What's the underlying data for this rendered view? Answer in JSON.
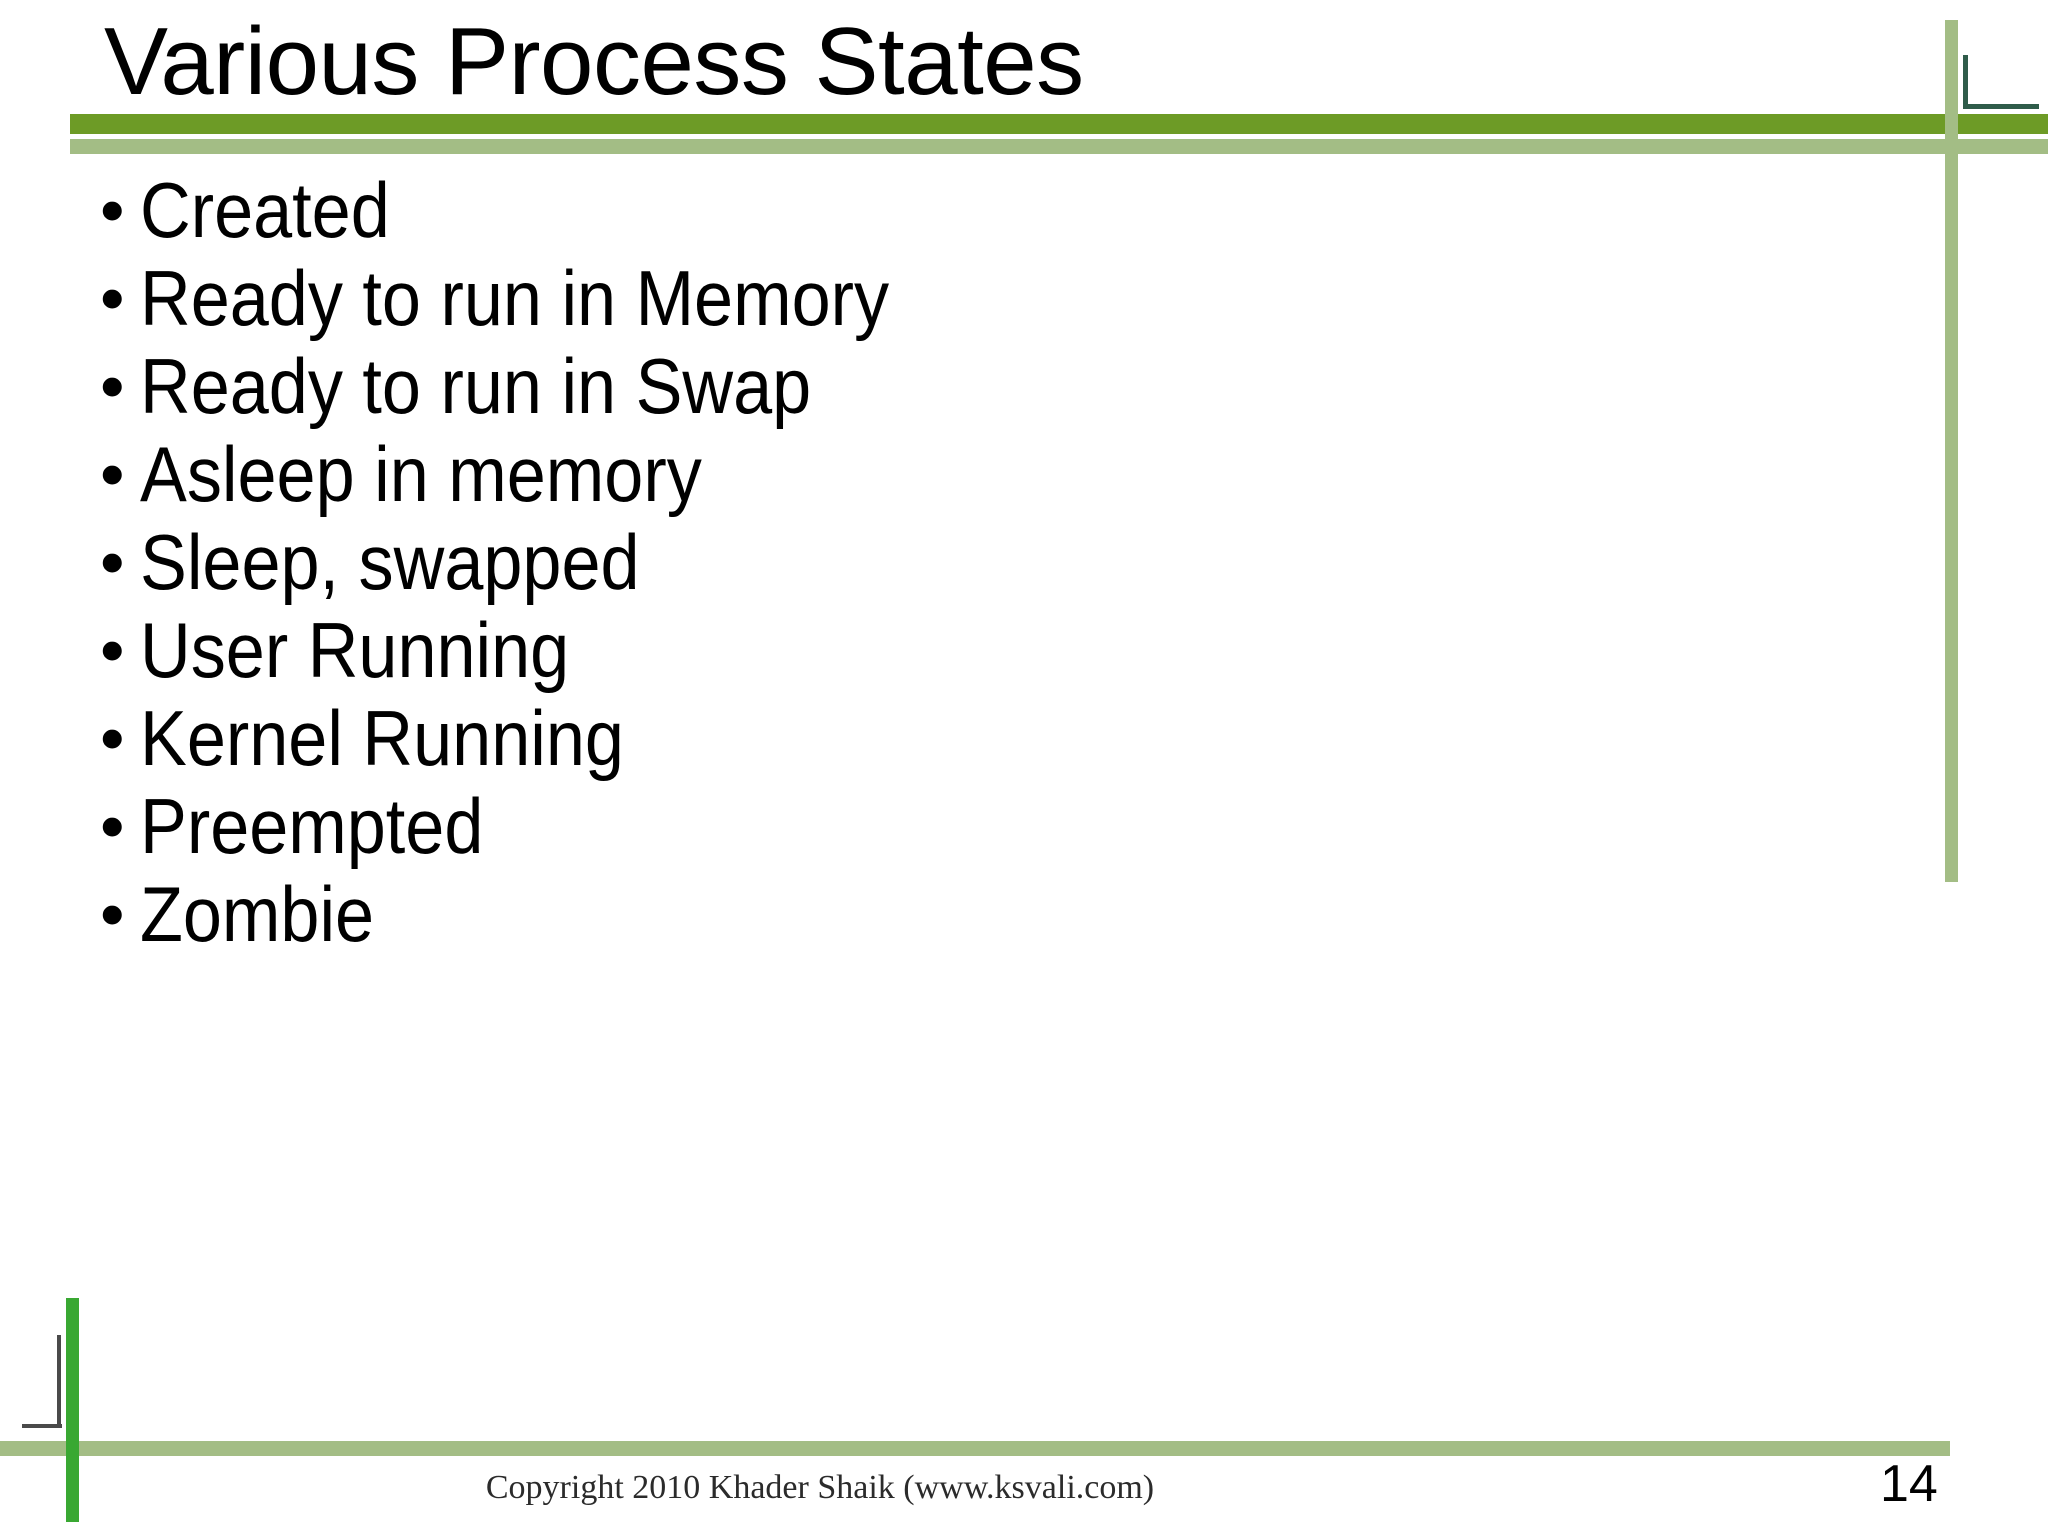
{
  "slide": {
    "title": "Various Process States",
    "page_number": "14",
    "footer": "Copyright 2010 Khader Shaik (www.ksvali.com)",
    "bullet_marker": "•",
    "bullets": [
      {
        "label": "Created"
      },
      {
        "label": "Ready to run in Memory"
      },
      {
        "label": "Ready to run in Swap"
      },
      {
        "label": "Asleep in memory"
      },
      {
        "label": "Sleep, swapped"
      },
      {
        "label": "User Running"
      },
      {
        "label": "Kernel Running"
      },
      {
        "label": "Preempted"
      },
      {
        "label": "Zombie"
      }
    ]
  },
  "theme": {
    "background": "#ffffff",
    "rule_dark_green": "#6d9b26",
    "rule_light_green": "#a3bd85",
    "accent_bright_green": "#39a832",
    "bracket_top_color": "#2f5c4a",
    "bracket_bottom_color": "#4a4a4a",
    "text_color": "#000000",
    "footer_text_color": "#2b2b2b"
  }
}
